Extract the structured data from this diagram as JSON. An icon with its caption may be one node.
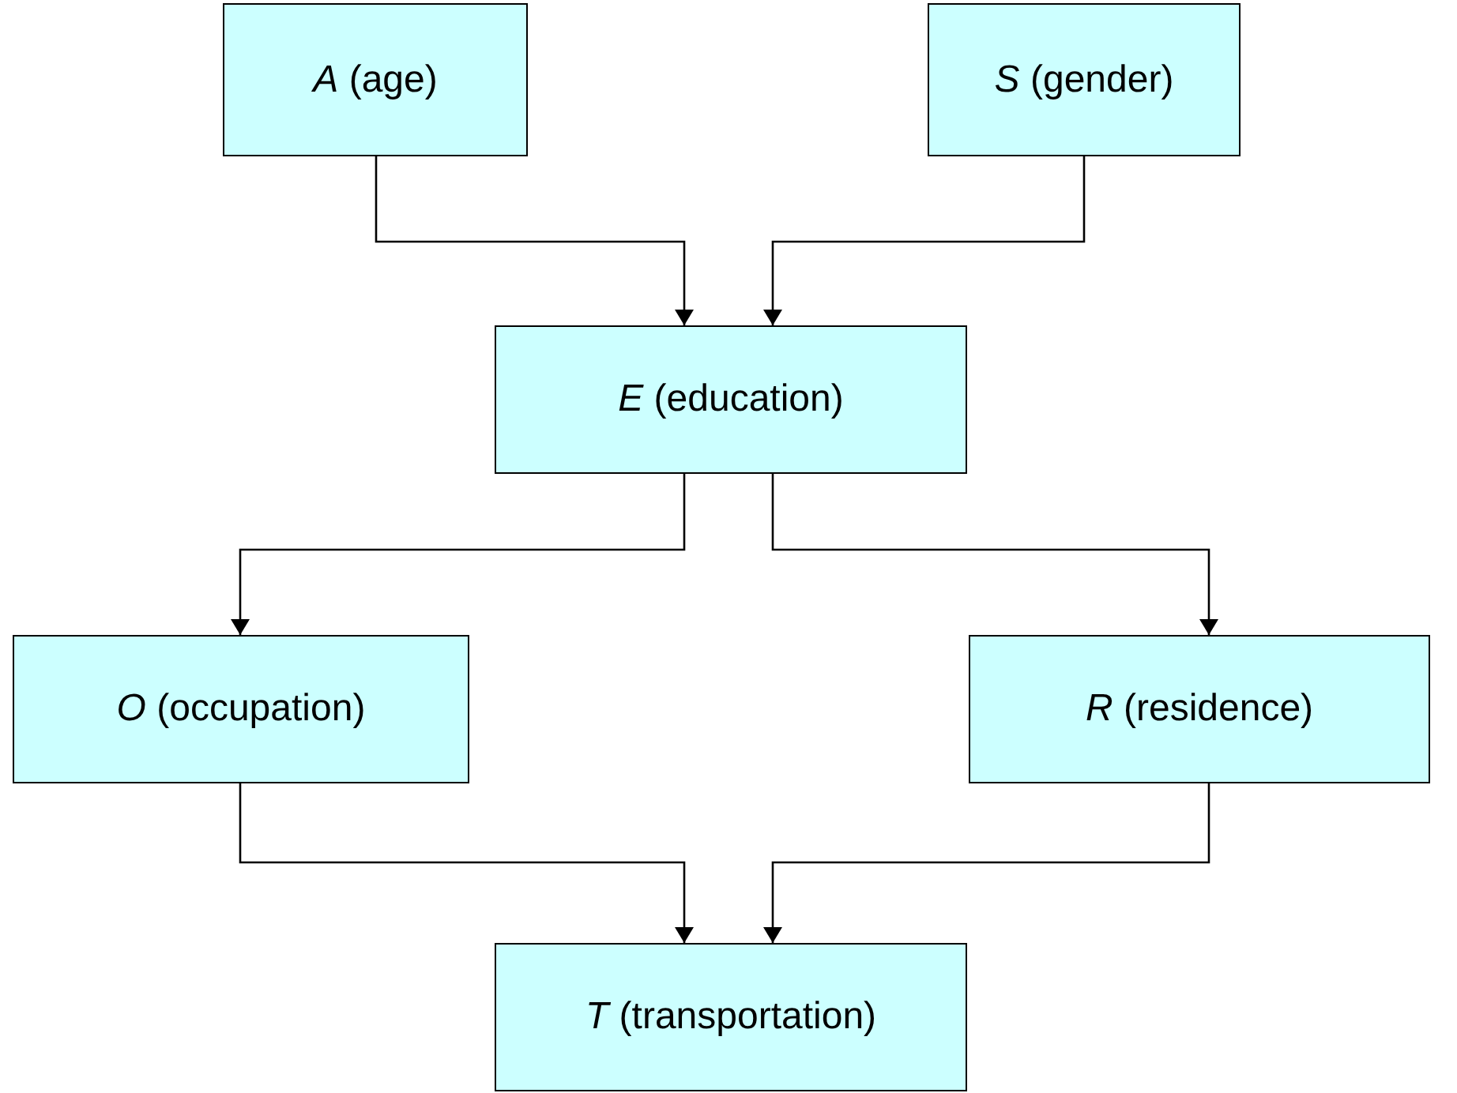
{
  "diagram": {
    "nodes": [
      {
        "text": [
          "*A* (age)"
        ]
      },
      {
        "text": [
          "*S* (gender)"
        ]
      },
      {
        "text": [
          "*E* (education)"
        ]
      },
      {
        "text": [
          "*O* (occupation)"
        ]
      },
      {
        "text": [
          "*R* (residence)"
        ]
      },
      {
        "text": [
          "*T* (transportation)"
        ]
      }
    ],
    "edges": [
      {
        "from": 0,
        "to": 2,
        "arrow": "to"
      },
      {
        "from": 1,
        "to": 2,
        "arrow": "to"
      },
      {
        "from": 2,
        "to": 3,
        "arrow": "to"
      },
      {
        "from": 2,
        "to": 4,
        "arrow": "to"
      },
      {
        "from": 3,
        "to": 5,
        "arrow": "to"
      },
      {
        "from": 4,
        "to": 5,
        "arrow": "to"
      }
    ]
  }
}
